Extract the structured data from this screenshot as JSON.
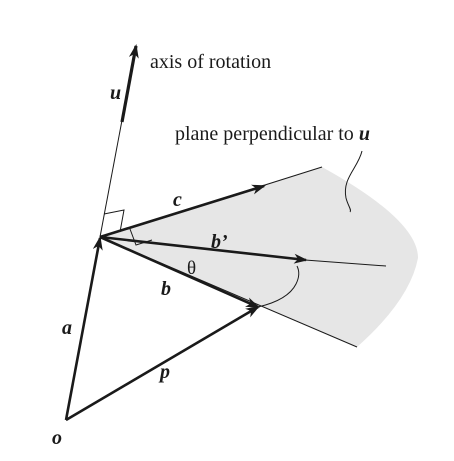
{
  "diagram": {
    "labels": {
      "axis": "axis of rotation",
      "plane_text": "plane perpendicular to ",
      "plane_vec": "u",
      "u": "u",
      "c": "c",
      "b_prime": "b’",
      "theta": "θ",
      "b": "b",
      "a": "a",
      "p": "p",
      "o": "o"
    },
    "colors": {
      "ink": "#1a1a1a",
      "plane_fill": "#e6e6e6"
    }
  }
}
